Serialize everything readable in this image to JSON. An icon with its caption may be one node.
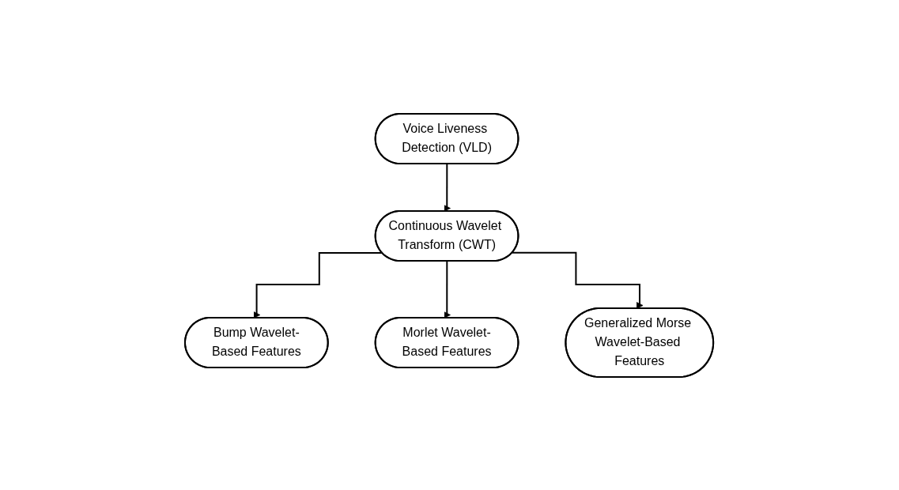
{
  "diagram": {
    "nodes": [
      {
        "text": [
          "Voice Liveness Detection (VLD)"
        ]
      },
      {
        "text": [
          "Continuous Wavelet Transform (CWT)"
        ]
      },
      {
        "text": [
          "Bump Wavelet-Based Features"
        ]
      },
      {
        "text": [
          "Morlet Wavelet-Based Features"
        ]
      },
      {
        "text": [
          "Generalized Morse Wavelet-Based Features"
        ]
      }
    ],
    "edges": [
      {
        "from": 0,
        "to": 1,
        "arrow": "to"
      },
      {
        "from": 1,
        "to": 2,
        "arrow": "to"
      },
      {
        "from": 1,
        "to": 3,
        "arrow": "to"
      },
      {
        "from": 1,
        "to": 4,
        "arrow": "to"
      }
    ]
  }
}
